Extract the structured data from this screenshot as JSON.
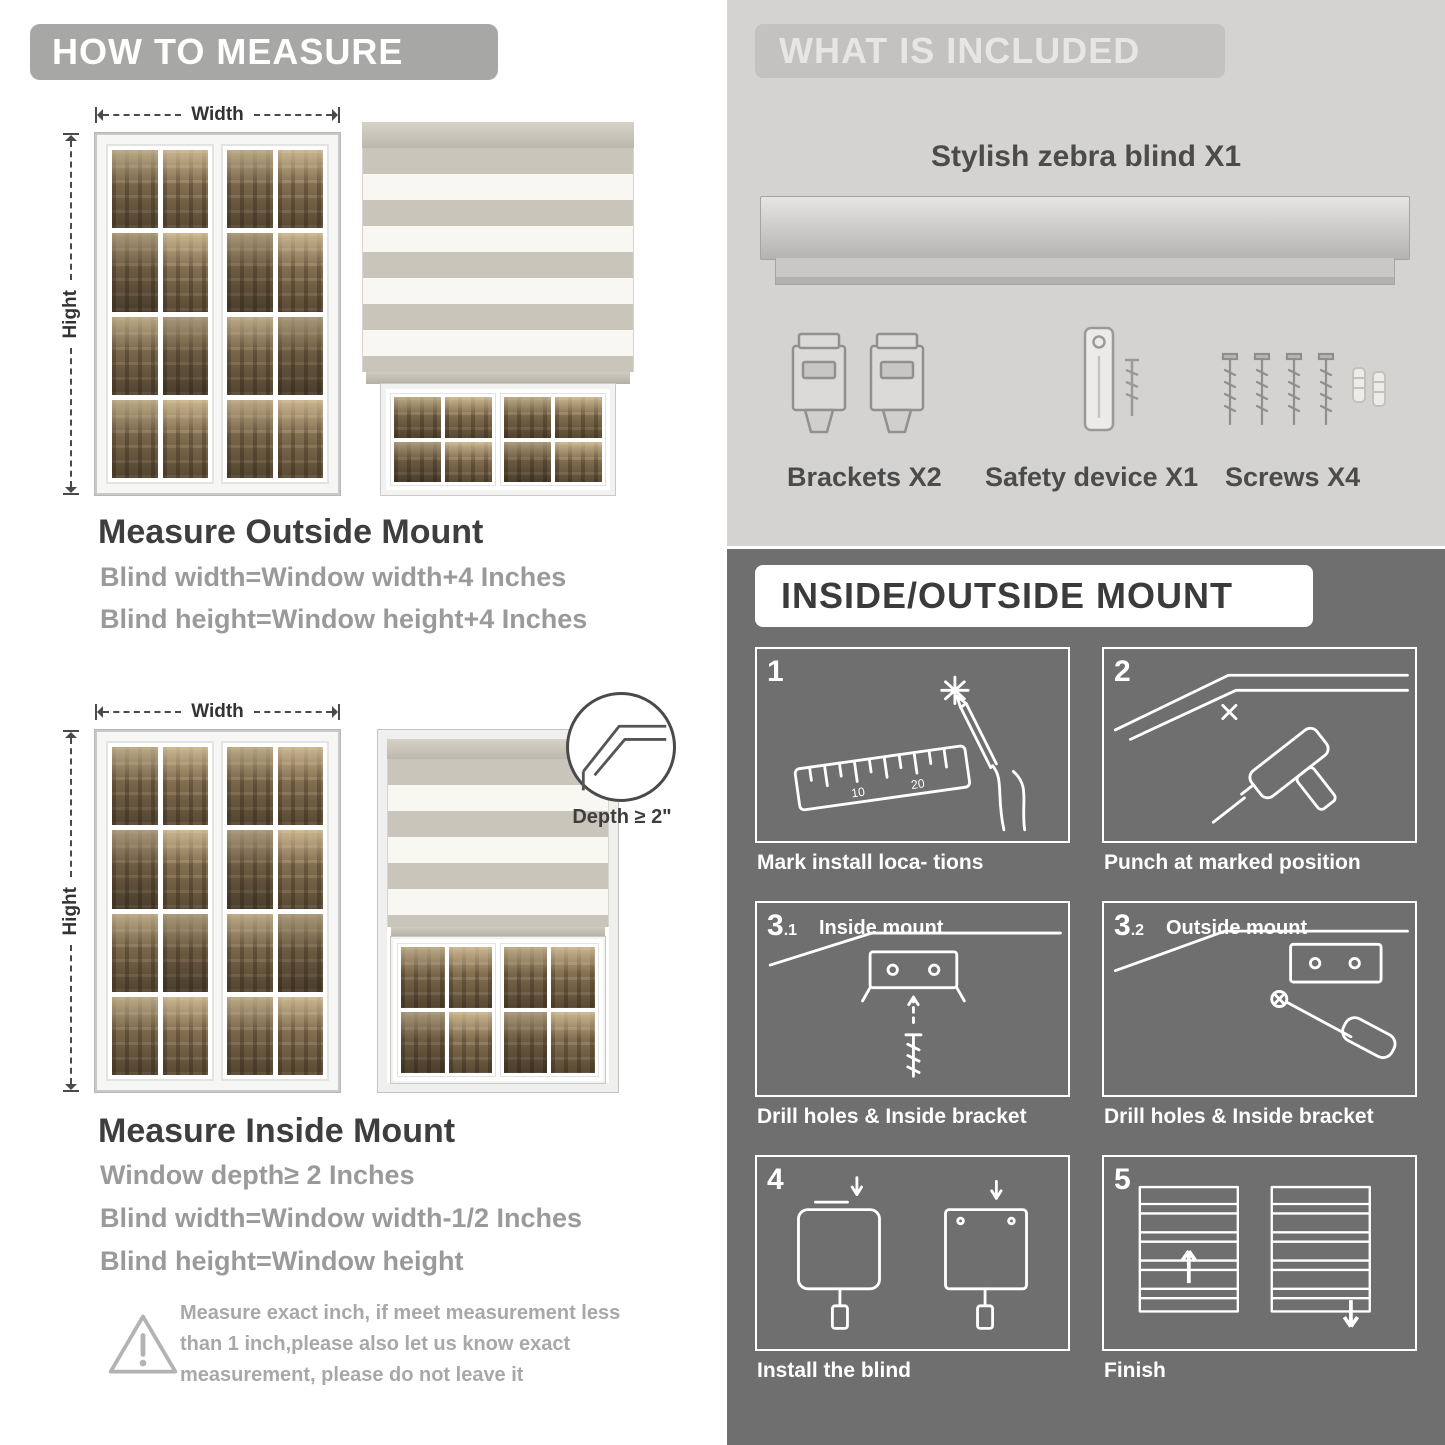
{
  "colors": {
    "left_header_bg": "#a7a7a5",
    "light_section_bg": "#d4d3d1",
    "dark_section_bg": "#6f6f6f",
    "blind_stripe": "#c9c5bb",
    "heading_text": "#3e3e3e",
    "sub_text": "#9a9a9a"
  },
  "left": {
    "header": "HOW TO MEASURE",
    "width_label": "Width",
    "height_label": "Hight",
    "outside": {
      "title": "Measure Outside Mount",
      "lines": [
        "Blind width=Window width+4 Inches",
        "Blind height=Window height+4 Inches"
      ]
    },
    "inside": {
      "depth_badge": "Depth ≥ 2\"",
      "title": "Measure Inside Mount",
      "lines": [
        "Window depth≥ 2 Inches",
        "Blind width=Window width-1/2 Inches",
        "Blind height=Window height"
      ]
    },
    "warning_text": "Measure exact inch, if meet measurement less than 1 inch,please also let us know exact measurement, please do not leave it"
  },
  "included": {
    "header": "WHAT IS INCLUDED",
    "product": "Stylish zebra blind X1",
    "items": [
      {
        "label": "Brackets X2",
        "icon": "brackets-icon"
      },
      {
        "label": "Safety device X1",
        "icon": "safety-device-icon"
      },
      {
        "label": "Screws X4",
        "icon": "screws-icon"
      }
    ]
  },
  "mount": {
    "header": "INSIDE/OUTSIDE MOUNT",
    "steps": [
      {
        "num": "1",
        "sub": "",
        "label": "",
        "caption": "Mark install loca- tions"
      },
      {
        "num": "2",
        "sub": "",
        "label": "",
        "caption": "Punch at  marked position"
      },
      {
        "num": "3",
        "sub": ".1",
        "label": "Inside mount",
        "caption": "Drill holes &  Inside bracket"
      },
      {
        "num": "3",
        "sub": ".2",
        "label": "Outside mount",
        "caption": "Drill holes &  Inside bracket"
      },
      {
        "num": "4",
        "sub": "",
        "label": "",
        "caption": "Install the blind"
      },
      {
        "num": "5",
        "sub": "",
        "label": "",
        "caption": "Finish"
      }
    ]
  }
}
